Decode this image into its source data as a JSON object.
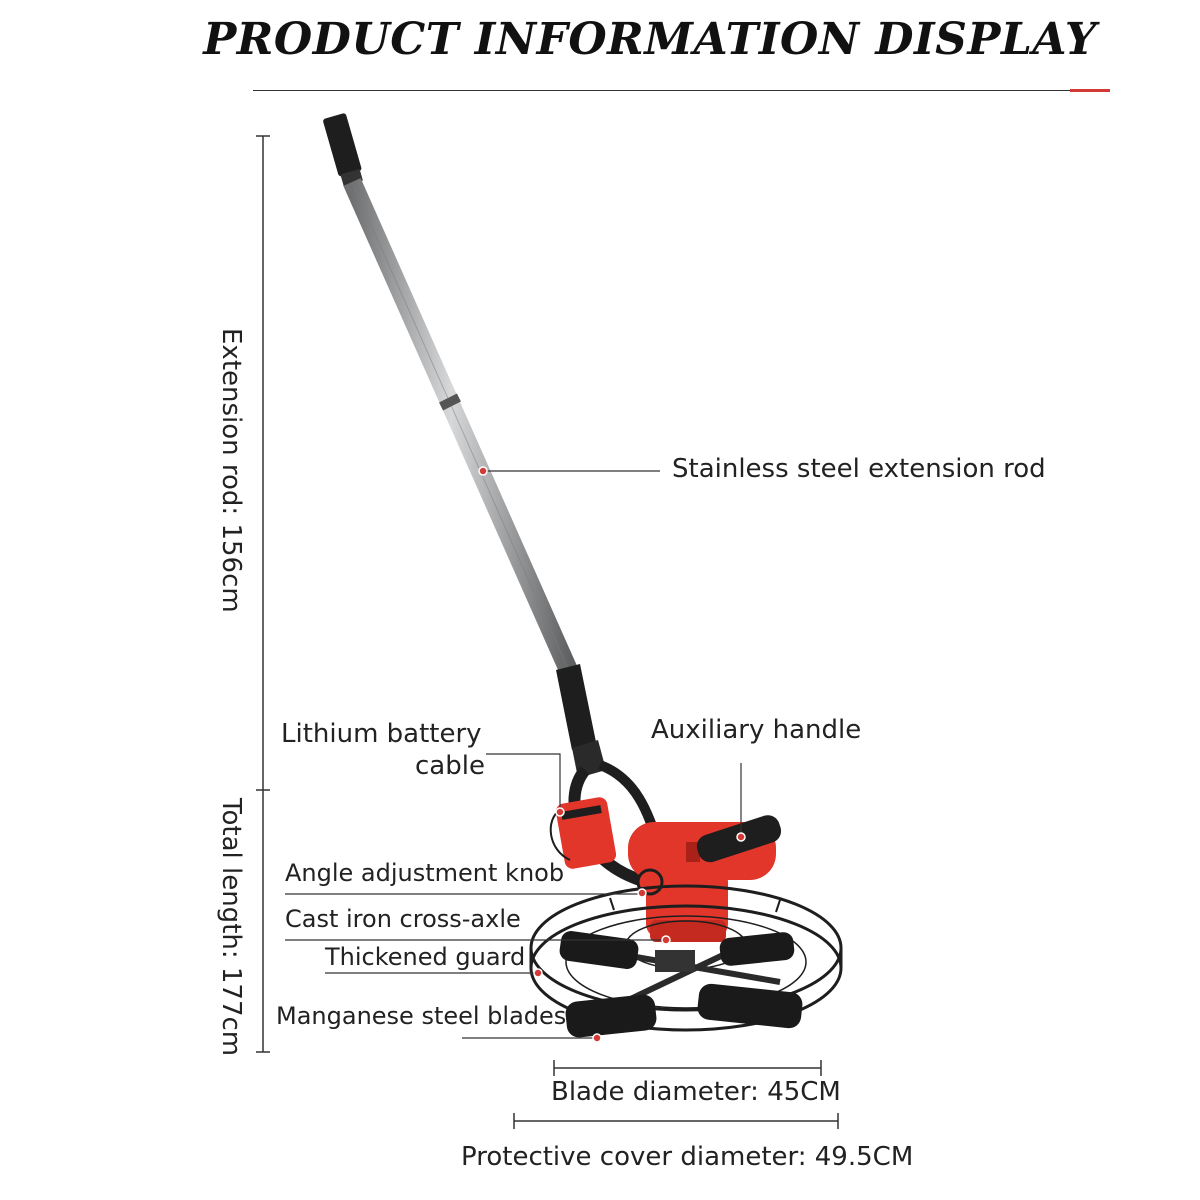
{
  "title": "PRODUCT INFORMATION DISPLAY",
  "dimensions": {
    "extension_rod": "Extension rod: 156cm",
    "total_length": "Total length: 177cm",
    "blade_diameter": "Blade diameter: 45CM",
    "cover_diameter": "Protective cover diameter: 49.5CM"
  },
  "callouts": {
    "extension_rod": "Stainless steel extension rod",
    "battery_line1": "Lithium battery",
    "battery_line2": "cable",
    "auxiliary_handle": "Auxiliary handle",
    "angle_knob": "Angle adjustment knob",
    "cross_axle": "Cast iron cross-axle",
    "guard": "Thickened guard",
    "blades": "Manganese steel blades"
  },
  "colors": {
    "accent": "#d23b35",
    "machine_red": "#e2362b",
    "rod": "#a9abad",
    "dark": "#1e1e1e"
  }
}
